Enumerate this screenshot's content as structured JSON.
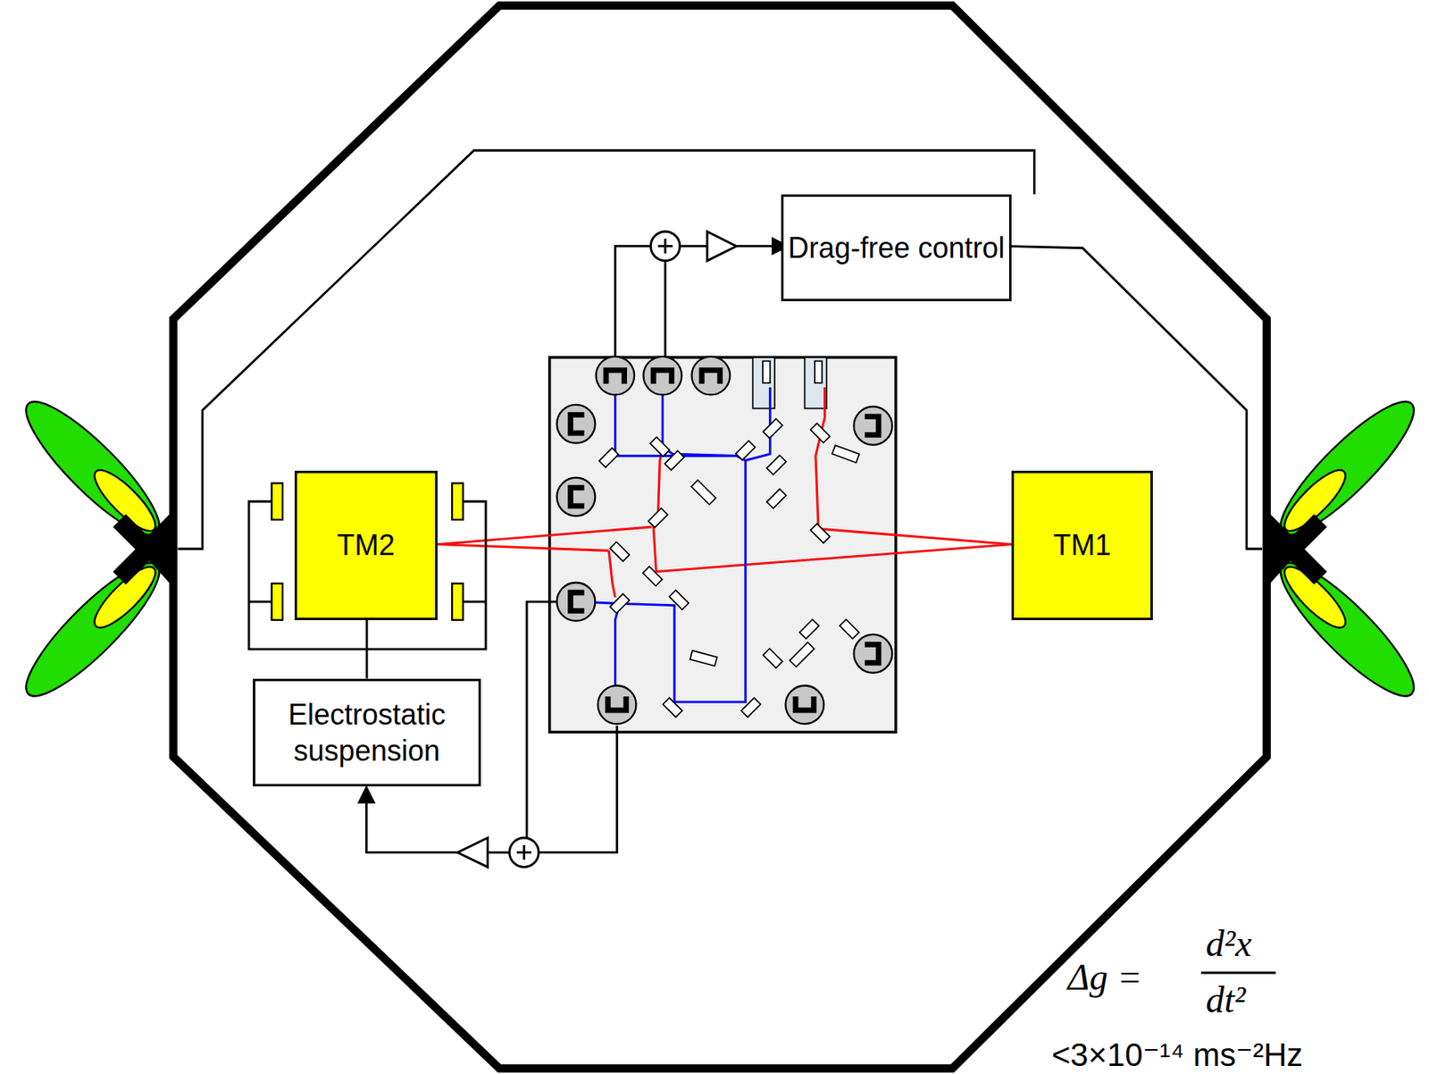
{
  "diagram": {
    "nodes": [
      {
        "text": [
          "Drag-free control"
        ]
      },
      {
        "text": [
          "TM2"
        ]
      },
      {
        "text": [
          "TM1"
        ]
      },
      {
        "text": [
          "Electrostatic suspension"
        ]
      }
    ],
    "edges": [
      {
        "from": 3,
        "to": 1,
        "arrow": "none"
      }
    ],
    "labels": [
      "Δg =",
      "d²x",
      "dt²",
      "<3×10⁻¹⁴ ms⁻²Hz"
    ]
  }
}
